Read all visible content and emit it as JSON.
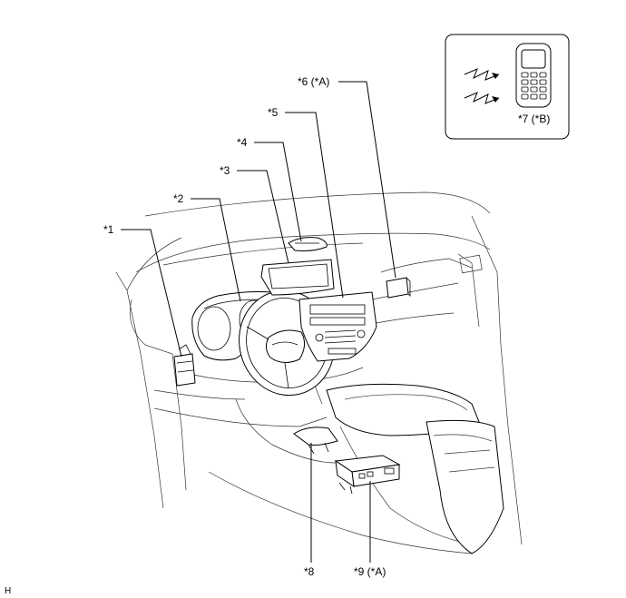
{
  "labels": {
    "c1": "*1",
    "c2": "*2",
    "c3": "*3",
    "c4": "*4",
    "c5": "*5",
    "c6": "*6 (*A)",
    "c7": "*7 (*B)",
    "c8": "*8",
    "c9": "*9 (*A)",
    "corner": "H"
  },
  "icons": {
    "signal": "wireless-signal-icon",
    "remote": "remote-transmitter-icon"
  }
}
